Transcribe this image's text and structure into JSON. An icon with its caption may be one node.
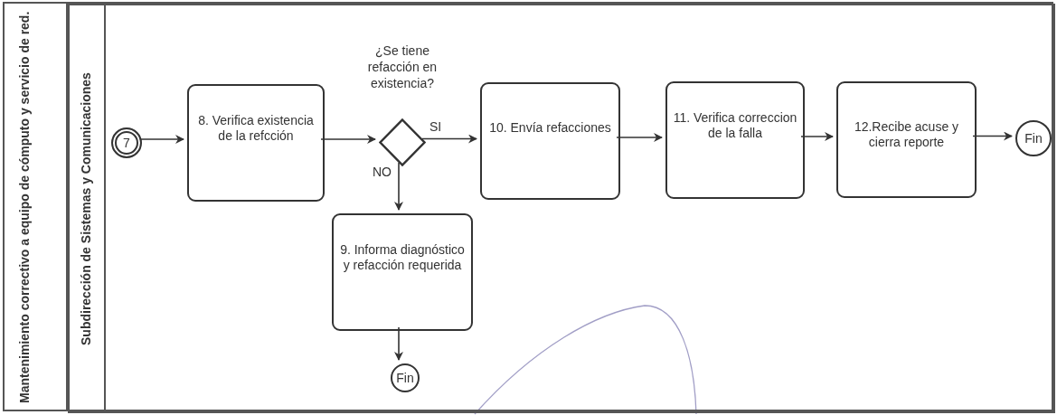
{
  "diagram": {
    "nodes": [
      {
        "text": [
          "Mantenimiento correctivo a equipo de cómputo y servicio de red."
        ]
      },
      {
        "text": [
          "Subdirección de Sistemas y Comunicaciones"
        ],
        "in": 0
      },
      {
        "text": [
          "7"
        ],
        "in": 1
      },
      {
        "text": [
          "8. Verifica existencia de la refcción"
        ],
        "in": 1
      },
      {
        "text": [],
        "shape": "diamond",
        "beside": [
          "¿Se tiene refacción en existencia?"
        ],
        "in": 1
      },
      {
        "text": [
          "9. Informa diagnóstico y refacción requerida"
        ],
        "in": 1
      },
      {
        "text": [
          "Fin"
        ],
        "in": 1
      },
      {
        "text": [
          "10. Envía refacciones"
        ],
        "in": 1
      },
      {
        "text": [
          "11. Verifica correccion de la falla"
        ],
        "in": 1
      },
      {
        "text": [
          "12.Recibe acuse y cierra reporte"
        ],
        "in": 1
      },
      {
        "text": [
          "Fin"
        ],
        "in": 1
      }
    ],
    "edges": [
      {
        "from": 2,
        "to": 3,
        "arrow": "to"
      },
      {
        "from": 3,
        "to": 4,
        "arrow": "to"
      },
      {
        "from": 4,
        "to": 7,
        "arrow": "to",
        "label": "SI"
      },
      {
        "from": 4,
        "to": 5,
        "arrow": "to",
        "label": "NO"
      },
      {
        "from": 5,
        "to": 6,
        "arrow": "to"
      },
      {
        "from": 7,
        "to": 8,
        "arrow": "to"
      },
      {
        "from": 8,
        "to": 9,
        "arrow": "to"
      },
      {
        "from": 9,
        "to": 10,
        "arrow": "to"
      }
    ]
  }
}
